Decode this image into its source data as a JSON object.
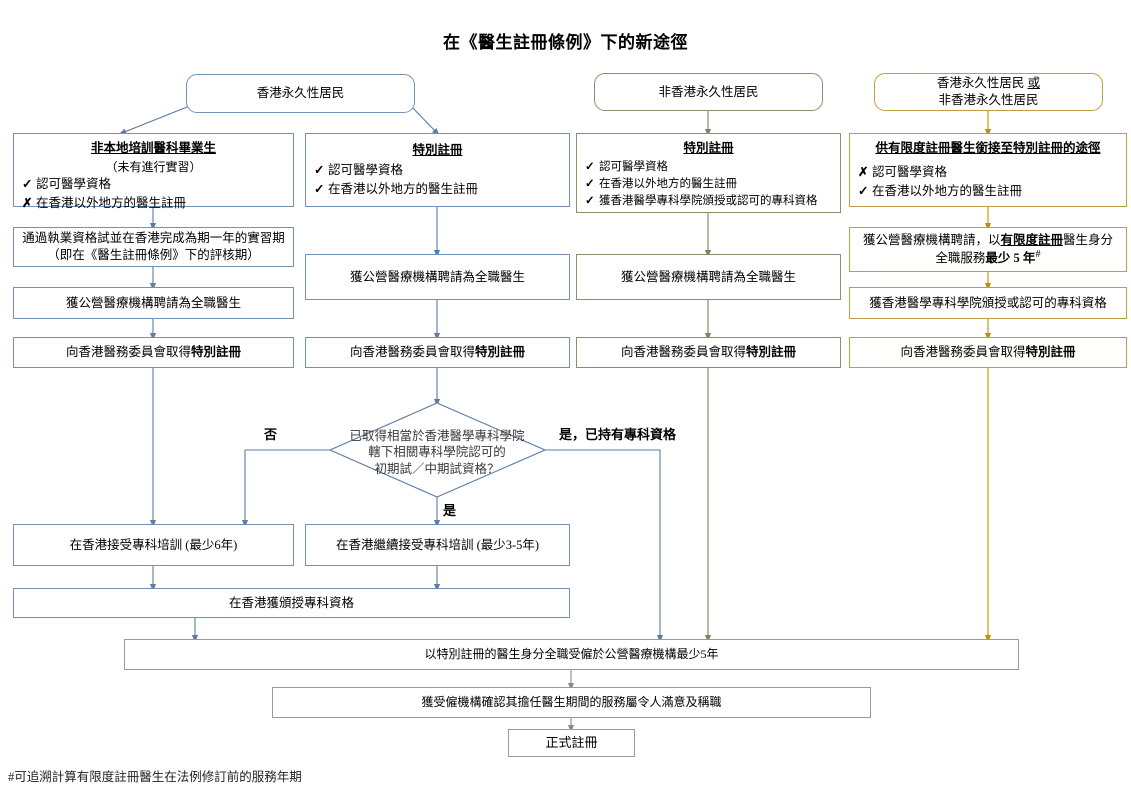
{
  "title": "在《醫生註冊條例》下的新途徑",
  "footnote": "#可追溯計算有限度註冊醫生在法例修訂前的服務年期",
  "colors": {
    "blue_border": "#7392b4",
    "olive_border": "#878f6e",
    "gold_border": "#bf9f3f",
    "gray_border": "#9a9a9a",
    "diamond_text": "#3a3a3a"
  },
  "columns": [
    {
      "id": "col1",
      "header": "香港永久性居民",
      "nodes": [
        {
          "id": "c1n1",
          "title": "非本地培訓醫科畢業生",
          "subtitle": "（未有進行實習）",
          "criteria": [
            {
              "mark": "✓",
              "text": "認可醫學資格"
            },
            {
              "mark": "✗",
              "text": "在香港以外地方的醫生註冊"
            }
          ]
        },
        {
          "id": "c1n2",
          "line1": "通過執業資格試並在香港完成為期一年的實習期",
          "line2": "（即在《醫生註冊條例》下的評核期）"
        },
        {
          "id": "c1n3",
          "line1": "獲公營醫療機構聘請為全職醫生"
        },
        {
          "id": "c1n4",
          "line1": "向香港醫務委員會取得",
          "bold_tail": "特別註冊"
        }
      ]
    },
    {
      "id": "col2",
      "header": "香港永久性居民",
      "nodes": [
        {
          "id": "c2n1",
          "title": "特別註冊",
          "criteria": [
            {
              "mark": "✓",
              "text": "認可醫學資格"
            },
            {
              "mark": "✓",
              "text": "在香港以外地方的醫生註冊"
            }
          ]
        },
        {
          "id": "c2n2",
          "line1": "獲公營醫療機構聘請為全職醫生"
        },
        {
          "id": "c2n3",
          "line1": "向香港醫務委員會取得",
          "bold_tail": "特別註冊"
        }
      ]
    },
    {
      "id": "col3",
      "header": "非香港永久性居民",
      "nodes": [
        {
          "id": "c3n1",
          "title": "特別註冊",
          "criteria": [
            {
              "mark": "✓",
              "text": "認可醫學資格"
            },
            {
              "mark": "✓",
              "text": "在香港以外地方的醫生註冊"
            },
            {
              "mark": "✓",
              "text": "獲香港醫學專科學院頒授或認可的專科資格"
            }
          ]
        },
        {
          "id": "c3n2",
          "line1": "獲公營醫療機構聘請為全職醫生"
        },
        {
          "id": "c3n3",
          "line1": "向香港醫務委員會取得",
          "bold_tail": "特別註冊"
        }
      ]
    },
    {
      "id": "col4",
      "header_line1": "香港永久性居民 或",
      "header_line2": "非香港永久性居民",
      "nodes": [
        {
          "id": "c4n1",
          "title": "供有限度註冊醫生銜接至特別註冊的途徑",
          "criteria": [
            {
              "mark": "✗",
              "text": "認可醫學資格"
            },
            {
              "mark": "✓",
              "text": "在香港以外地方的醫生註冊"
            }
          ]
        },
        {
          "id": "c4n2",
          "line1_a": "獲公營醫療機構聘請，以",
          "line1_b": "有限度註冊",
          "line1_c": "醫生身分",
          "line2_a": "全職服務",
          "line2_b": "最少 5 年",
          "line2_sup": "#"
        },
        {
          "id": "c4n3",
          "line1": "獲香港醫學專科學院頒授或認可的專科資格"
        },
        {
          "id": "c4n4",
          "line1": "向香港醫務委員會取得",
          "bold_tail": "特別註冊"
        }
      ]
    }
  ],
  "decision": {
    "id": "dec1",
    "lines": [
      "已取得相當於香港醫學專科學院",
      "轄下相關專科學院認可的",
      "初期試／中期試資格？"
    ],
    "label_left": "否",
    "label_right": "是，已持有專科資格",
    "label_bottom": "是"
  },
  "training": [
    {
      "id": "tr1",
      "text": "在香港接受專科培訓 (最少6年)"
    },
    {
      "id": "tr2",
      "text": "在香港繼續接受專科培訓 (最少3-5年)"
    }
  ],
  "fellowship": {
    "id": "fel",
    "text": "在香港獲頒授專科資格"
  },
  "common": [
    {
      "id": "cm1",
      "text": "以特別註冊的醫生身分全職受僱於公營醫療機構最少5年"
    },
    {
      "id": "cm2",
      "text": "獲受僱機構確認其擔任醫生期間的服務屬令人滿意及稱職"
    },
    {
      "id": "cm3",
      "text": "正式註冊"
    }
  ]
}
